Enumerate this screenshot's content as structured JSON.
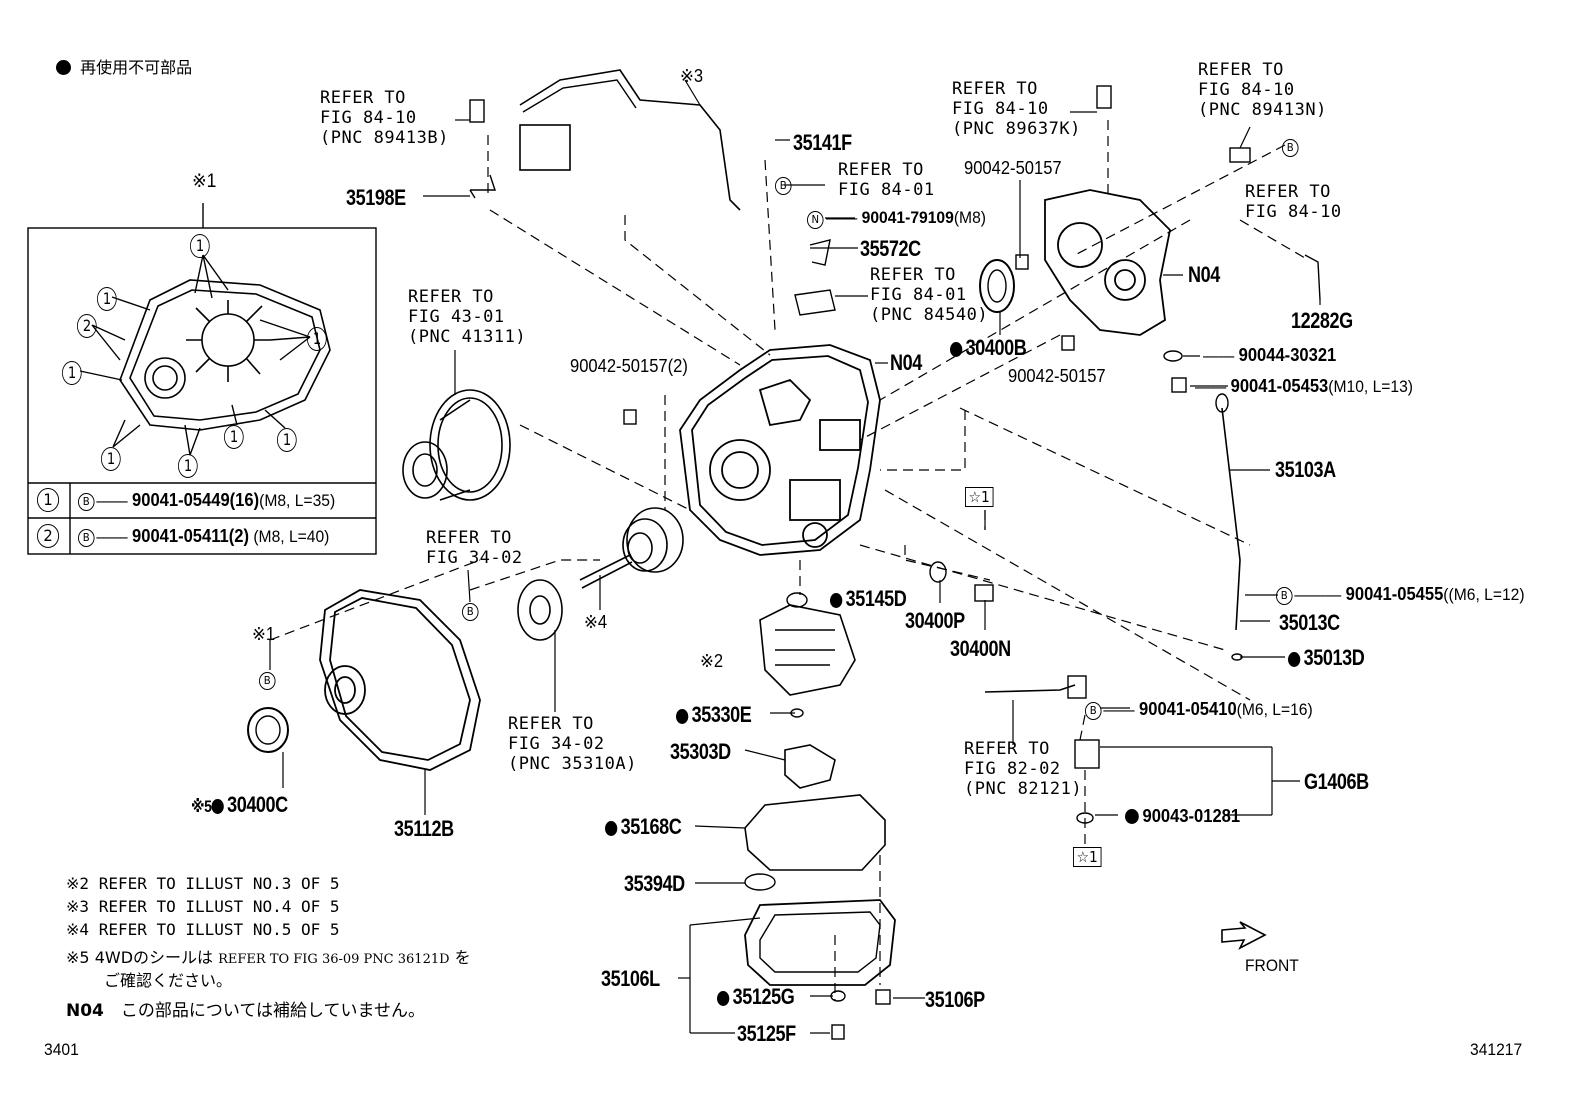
{
  "legend": {
    "text": "再使用不可部品"
  },
  "inset": {
    "ref_mark": "※1",
    "callout": "1",
    "callout2": "2",
    "rows": [
      {
        "num": "1",
        "marker": "B",
        "part": "90041-05449(16)",
        "spec": "(M8, L=35)"
      },
      {
        "num": "2",
        "marker": "B",
        "part": "90041-05411(2)",
        "spec": "(M8, L=40)"
      }
    ]
  },
  "refs": {
    "r1": [
      "REFER TO",
      "FIG 84-10",
      "(PNC 89413B)"
    ],
    "r2": [
      "REFER TO",
      "FIG 84-01"
    ],
    "r3": [
      "REFER TO",
      "FIG 84-01",
      "(PNC 84540)"
    ],
    "r4": [
      "REFER TO",
      "FIG 43-01",
      "(PNC 41311)"
    ],
    "r5": [
      "REFER TO",
      "FIG 84-10",
      "(PNC 89637K)"
    ],
    "r6": [
      "REFER TO",
      "FIG 84-10",
      "(PNC 89413N)"
    ],
    "r7": [
      "REFER TO",
      "FIG 84-10"
    ],
    "r8": [
      "REFER TO",
      "FIG 34-02"
    ],
    "r9": [
      "REFER TO",
      "FIG 34-02",
      "(PNC 35310A)"
    ],
    "r10": [
      "REFER TO",
      "FIG 82-02",
      "(PNC 82121)"
    ]
  },
  "parts": {
    "p35141F": "35141F",
    "p35198E": "35198E",
    "p90041_79109": "90041-79109",
    "p90041_79109_spec": "(M8)",
    "p35572C": "35572C",
    "p90042_50157a": "90042-50157",
    "p90042_50157_2": "90042-50157(2)",
    "pN04a": "N04",
    "pN04b": "N04",
    "p30400B": "30400B",
    "p90042_50157b": "90042-50157",
    "p12282G": "12282G",
    "p90044_30321": "90044-30321",
    "p90041_05453": "90041-05453",
    "p90041_05453_spec": "(M10, L=13)",
    "p35103A": "35103A",
    "p90041_05455": "90041-05455",
    "p90041_05455_spec": "(M6, L=12)",
    "p35013C": "35013C",
    "p35013D": "35013D",
    "p35145D": "35145D",
    "p30400P": "30400P",
    "p30400N": "30400N",
    "p35330E": "35330E",
    "p35303D": "35303D",
    "p90041_05410": "90041-05410",
    "p90041_05410_spec": "(M6, L=16)",
    "pG1406B": "G1406B",
    "p90043_01281": "90043-01281",
    "p35168C": "35168C",
    "p35394D": "35394D",
    "p35106L": "35106L",
    "p35125G": "35125G",
    "p35106P": "35106P",
    "p35125F": "35125F",
    "p30400C": "30400C",
    "p35112B": "35112B"
  },
  "marks": {
    "m3": "※3",
    "m2": "※2",
    "m4": "※4",
    "m1b": "※1",
    "m5": "※5",
    "star1a": "☆1",
    "star1b": "☆1",
    "circleB": "B",
    "circleN": "N"
  },
  "notes": [
    {
      "mark": "※2",
      "text": "REFER TO ILLUST NO.3 OF 5"
    },
    {
      "mark": "※3",
      "text": "REFER TO ILLUST NO.4 OF 5"
    },
    {
      "mark": "※4",
      "text": "REFER TO ILLUST NO.5 OF 5"
    }
  ],
  "note5": {
    "mark": "※5",
    "pre": "4WDのシールは",
    "mid": "REFER TO FIG 36-09 PNC 36121D",
    "post": "を",
    "line2": "ご確認ください。"
  },
  "n04note": {
    "code": "N04",
    "text": "この部品については補給していません。"
  },
  "front": "FRONT",
  "footer": {
    "left": "3401",
    "right": "341217"
  }
}
